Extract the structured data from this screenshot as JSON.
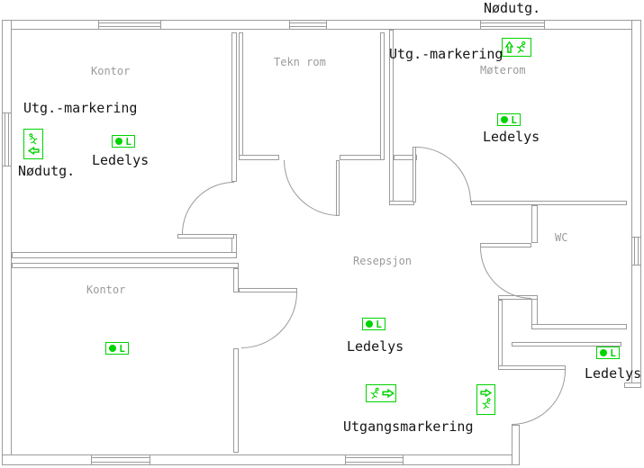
{
  "title": "Floor plan with emergency lighting (ledelys) and exit markings",
  "rooms": {
    "kontor_top": "Kontor",
    "tekn_rom": "Tekn rom",
    "moterom": "Møterom",
    "resepsjon": "Resepsjon",
    "wc": "WC",
    "kontor_bottom": "Kontor"
  },
  "labels": {
    "nodutg_top": "Nødutg.",
    "utg_markering_right": "Utg.-markering",
    "ledelys_moterom": "Ledelys",
    "utg_markering_left": "Utg.-markering",
    "nodutg_left": "Nødutg.",
    "ledelys_kontor": "Ledelys",
    "ledelys_resepsjon": "Ledelys",
    "utgangsmarkering": "Utgangsmarkering",
    "ledelys_exit": "Ledelys"
  },
  "fixtures": {
    "ledelys_letter": "L",
    "ledelys_count": 5,
    "icons": {
      "exit_sign_left_wall": "running-man-left-with-left-arrow",
      "exit_sign_top_right": "up-arrow-with-running-man",
      "exit_sign_reception_h": "running-man-with-right-arrow",
      "exit_sign_reception_v": "right-arrow-with-running-man",
      "ledelys_fixture": "filled-circle-with-L"
    }
  },
  "colors": {
    "wall": "#9b9b9b",
    "room_label": "#9b9b9b",
    "text": "#161616",
    "symbol_green": "#00d400",
    "background": "#ffffff"
  }
}
